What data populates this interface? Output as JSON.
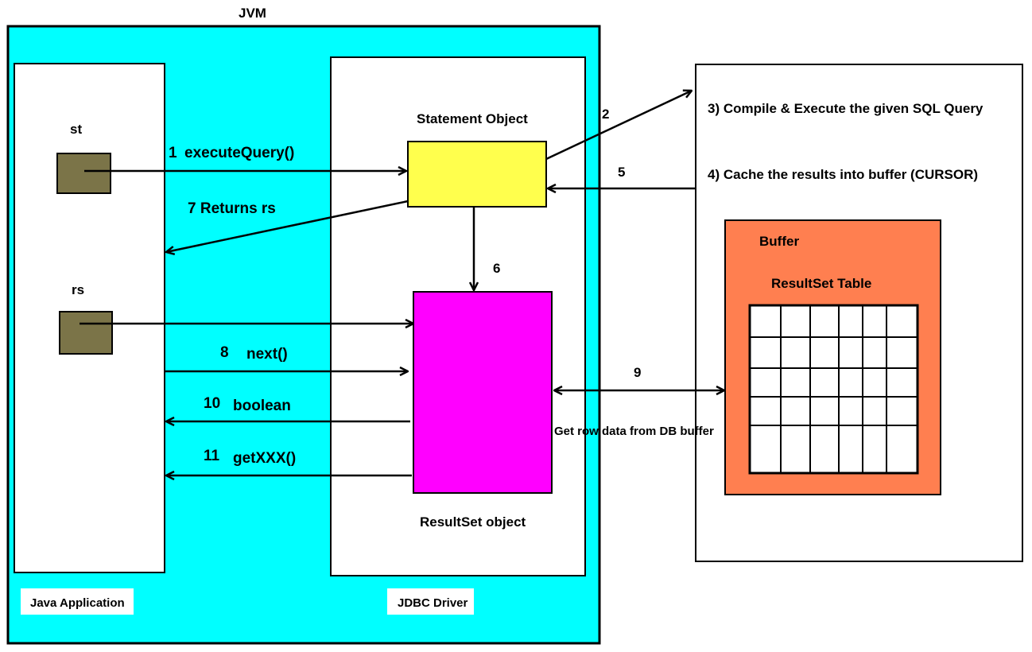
{
  "colors": {
    "jvm_bg": "#00ffff",
    "statement_fill": "#ffff4d",
    "resultset_fill": "#ff00ff",
    "buffer_fill": "#ff7f50",
    "ref_box_fill": "#7b7448"
  },
  "jvm": {
    "title": "JVM"
  },
  "java_app": {
    "caption": "Java Application",
    "st_label": "st",
    "rs_label": "rs"
  },
  "jdbc_driver": {
    "caption": "JDBC Driver",
    "statement_label": "Statement Object",
    "resultset_label": "ResultSet object"
  },
  "database": {
    "step3": "3) Compile & Execute the given SQL Query",
    "step4": "4) Cache the results into buffer (CURSOR)",
    "buffer_label": "Buffer",
    "table_label": "ResultSet Table"
  },
  "steps": {
    "s1_num": "1",
    "s1_text": "executeQuery()",
    "s2": "2",
    "s5": "5",
    "s6": "6",
    "s7": "7 Returns rs",
    "s8_num": "8",
    "s8_text": "next()",
    "s9": "9",
    "s9_desc": "Get row data from DB buffer",
    "s10_num": "10",
    "s10_text": "boolean",
    "s11_num": "11",
    "s11_text": "getXXX()"
  }
}
